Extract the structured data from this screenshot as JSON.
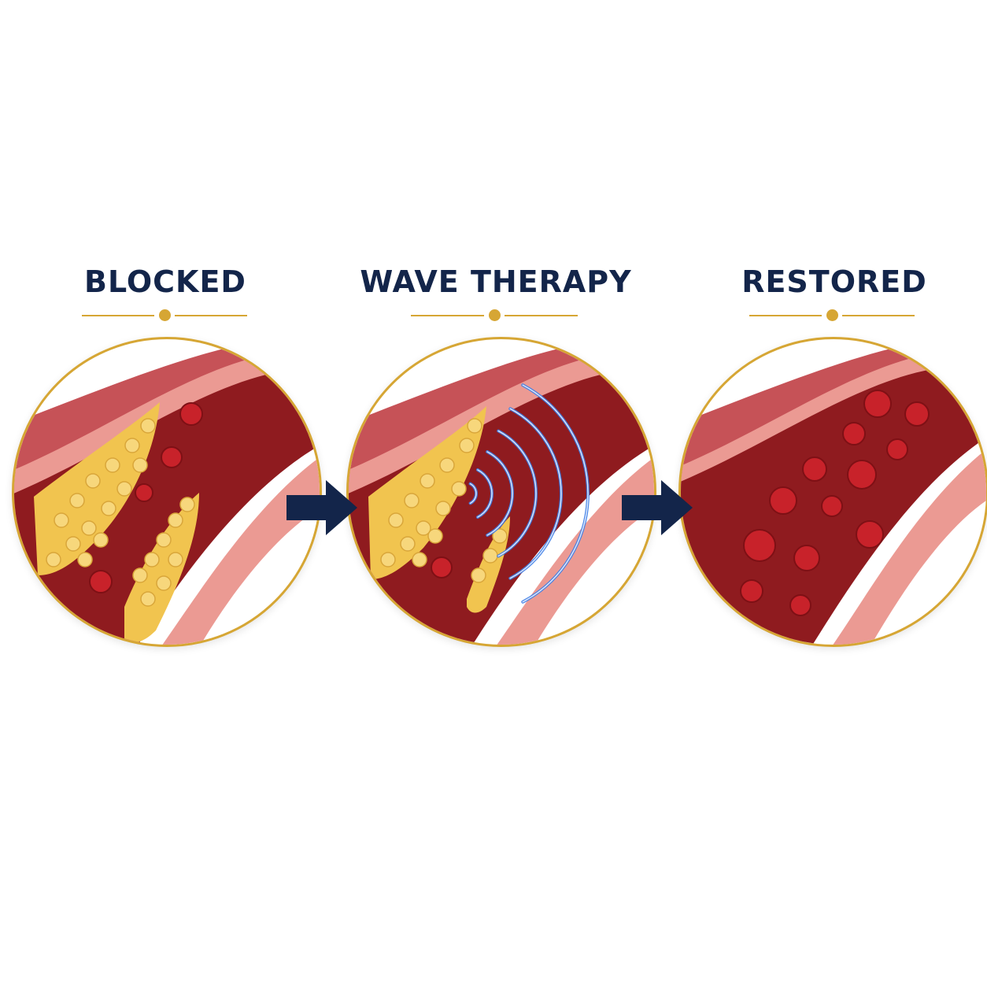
{
  "colors": {
    "navy": "#13254a",
    "gold": "#d6a634",
    "vessel_outer": "#c65257",
    "vessel_pink": "#eb9a93",
    "vessel_lumen": "#8f1b1f",
    "plaque": "#f1c44f",
    "blood_cell": "#c8222a",
    "wave": "#3f7ee6"
  },
  "panels": [
    {
      "title": "BLOCKED",
      "image": "blocked-artery"
    },
    {
      "title": "WAVE THERAPY",
      "image": "wave-therapy-artery"
    },
    {
      "title": "RESTORED",
      "image": "restored-artery"
    }
  ],
  "arrows": [
    "right-arrow-icon",
    "right-arrow-icon"
  ]
}
